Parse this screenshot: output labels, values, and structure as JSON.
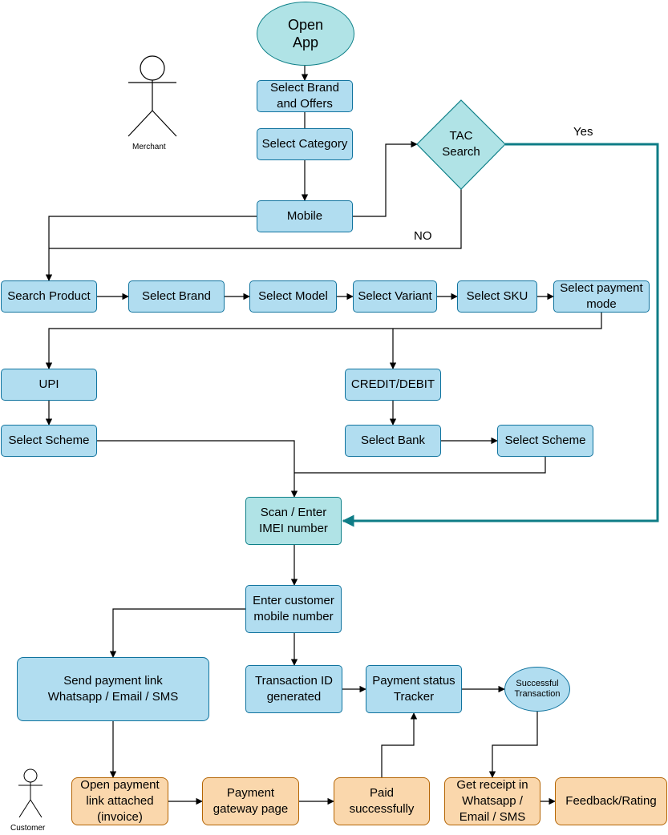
{
  "nodes": {
    "open_app": "Open\nApp",
    "select_brand_offers": "Select Brand\nand Offers",
    "select_category": "Select Category",
    "mobile": "Mobile",
    "tac_search": "TAC\nSearch",
    "search_product": "Search Product",
    "select_brand": "Select Brand",
    "select_model": "Select Model",
    "select_variant": "Select Variant",
    "select_sku": "Select SKU",
    "select_payment_mode": "Select payment\nmode",
    "upi": "UPI",
    "credit_debit": "CREDIT/DEBIT",
    "select_scheme_upi": "Select Scheme",
    "select_bank": "Select Bank",
    "select_scheme_card": "Select Scheme",
    "scan_imei": "Scan / Enter\nIMEI number",
    "enter_customer_mobile": "Enter customer\nmobile number",
    "send_payment_link": "Send payment link\nWhatsapp / Email / SMS",
    "transaction_id": "Transaction ID\ngenerated",
    "payment_status_tracker": "Payment status\nTracker",
    "successful_transaction": "Successful\nTransaction",
    "open_payment_link": "Open payment\nlink attached\n(invoice)",
    "payment_gateway": "Payment\ngateway page",
    "paid_successfully": "Paid\nsuccessfully",
    "get_receipt": "Get receipt in\nWhatsapp /\nEmail / SMS",
    "feedback": "Feedback/Rating"
  },
  "edge_labels": {
    "yes": "Yes",
    "no": "NO"
  },
  "actors": {
    "merchant": "Merchant",
    "customer": "Customer"
  },
  "colors": {
    "blue_fill": "#b1ddf0",
    "blue_stroke": "#10739e",
    "green_fill": "#b0e3e6",
    "green_stroke": "#0e8088",
    "orange_fill": "#fad7ac",
    "orange_stroke": "#b46504",
    "yes_edge": "#0e7c86"
  }
}
